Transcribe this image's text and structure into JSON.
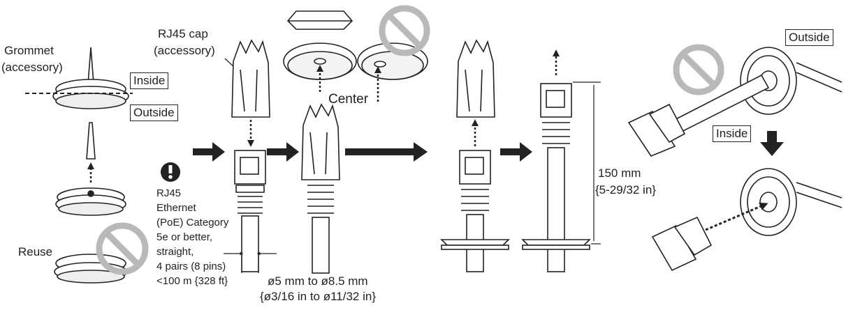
{
  "labels": {
    "grommet": "Grommet",
    "grommet_accessory": "(accessory)",
    "rj45_cap": "RJ45 cap",
    "rj45_cap_accessory": "(accessory)",
    "inside_left": "Inside",
    "outside_left": "Outside",
    "center": "Center",
    "reuse": "Reuse",
    "cable_spec": [
      "RJ45",
      "Ethernet",
      "(PoE) Category",
      "5e or better,",
      "straight,",
      "4 pairs (8 pins)",
      "<100 m {328 ft}"
    ],
    "diameter_mm": "ø5 mm to ø8.5 mm",
    "diameter_in": "{ø3/16 in to ø11/32 in}",
    "length_mm": "150 mm",
    "length_in": "{5-29/32 in}",
    "outside_right": "Outside",
    "inside_right": "Inside"
  },
  "icons": {
    "prohibited": "prohibited-icon",
    "caution": "exclamation-icon"
  },
  "colors": {
    "line": "#222222",
    "prohibited": "#b9b9b9"
  }
}
